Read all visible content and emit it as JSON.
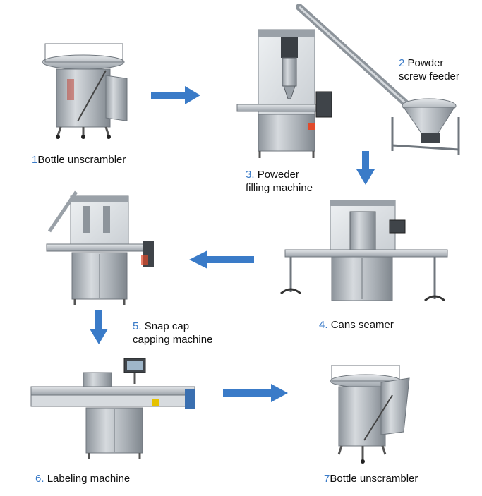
{
  "steps": [
    {
      "id": "s1",
      "num": "1",
      "text": "Bottle unscrambler"
    },
    {
      "id": "s2",
      "num": "2",
      "line1": "Powder",
      "line2": "screw feeder"
    },
    {
      "id": "s3",
      "num": "3.",
      "line1": "Poweder",
      "line2": "filling machine"
    },
    {
      "id": "s4",
      "num": "4.",
      "text": "Cans seamer"
    },
    {
      "id": "s5",
      "num": "5.",
      "line1": "Snap cap",
      "line2": "capping machine"
    },
    {
      "id": "s6",
      "num": "6.",
      "text": "Labeling machine"
    },
    {
      "id": "s7",
      "num": "7",
      "text": "Bottle unscrambler"
    }
  ],
  "colors": {
    "arrow": "#3a7bc8",
    "number": "#3a7bc8",
    "text": "#111111",
    "steel": "#b9bec4"
  }
}
